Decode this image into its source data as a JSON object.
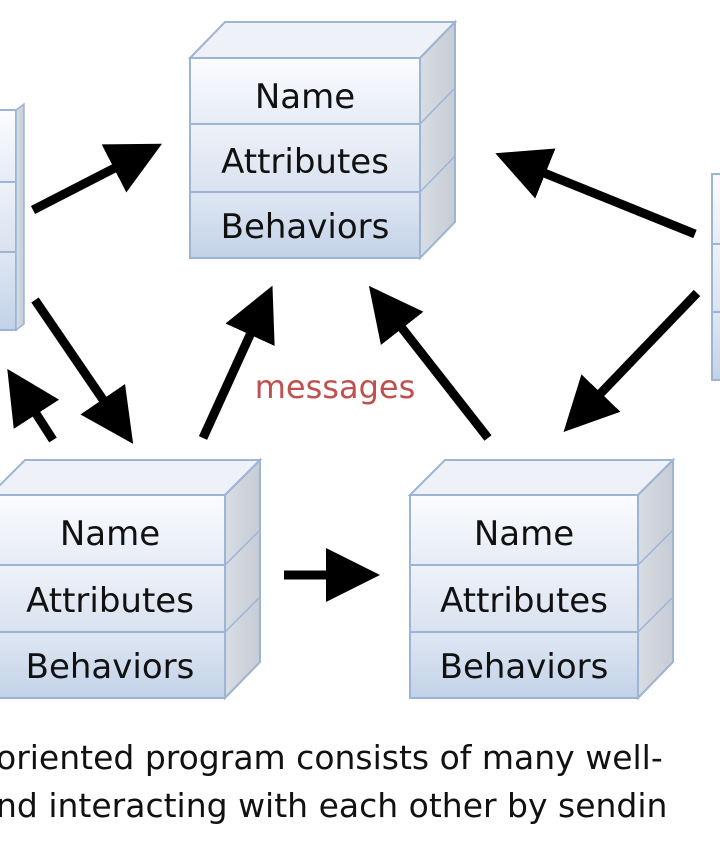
{
  "colors": {
    "box_border": "#9db4d4",
    "box_side": "#cfd6df",
    "box_top": "#eef2f8",
    "cell_light": "#f3f6fb",
    "cell_mid": "#e4ebf5",
    "cell_dark": "#cbd8ea",
    "arrow": "#000000",
    "messages": "#c0504d"
  },
  "objects": [
    {
      "id": "top",
      "cells": [
        "Name",
        "Attributes",
        "Behaviors"
      ]
    },
    {
      "id": "bottom-left",
      "cells": [
        "Name",
        "Attributes",
        "Behaviors"
      ]
    },
    {
      "id": "bottom-right",
      "cells": [
        "Name",
        "Attributes",
        "Behaviors"
      ]
    },
    {
      "id": "left-partial",
      "cells": [
        "",
        "",
        ""
      ]
    },
    {
      "id": "right-partial",
      "cells": [
        "",
        "",
        ""
      ]
    }
  ],
  "messages_label": "messages",
  "caption": {
    "line1": "oriented program consists of many well-",
    "line2": "nd interacting with each other by sendin"
  }
}
